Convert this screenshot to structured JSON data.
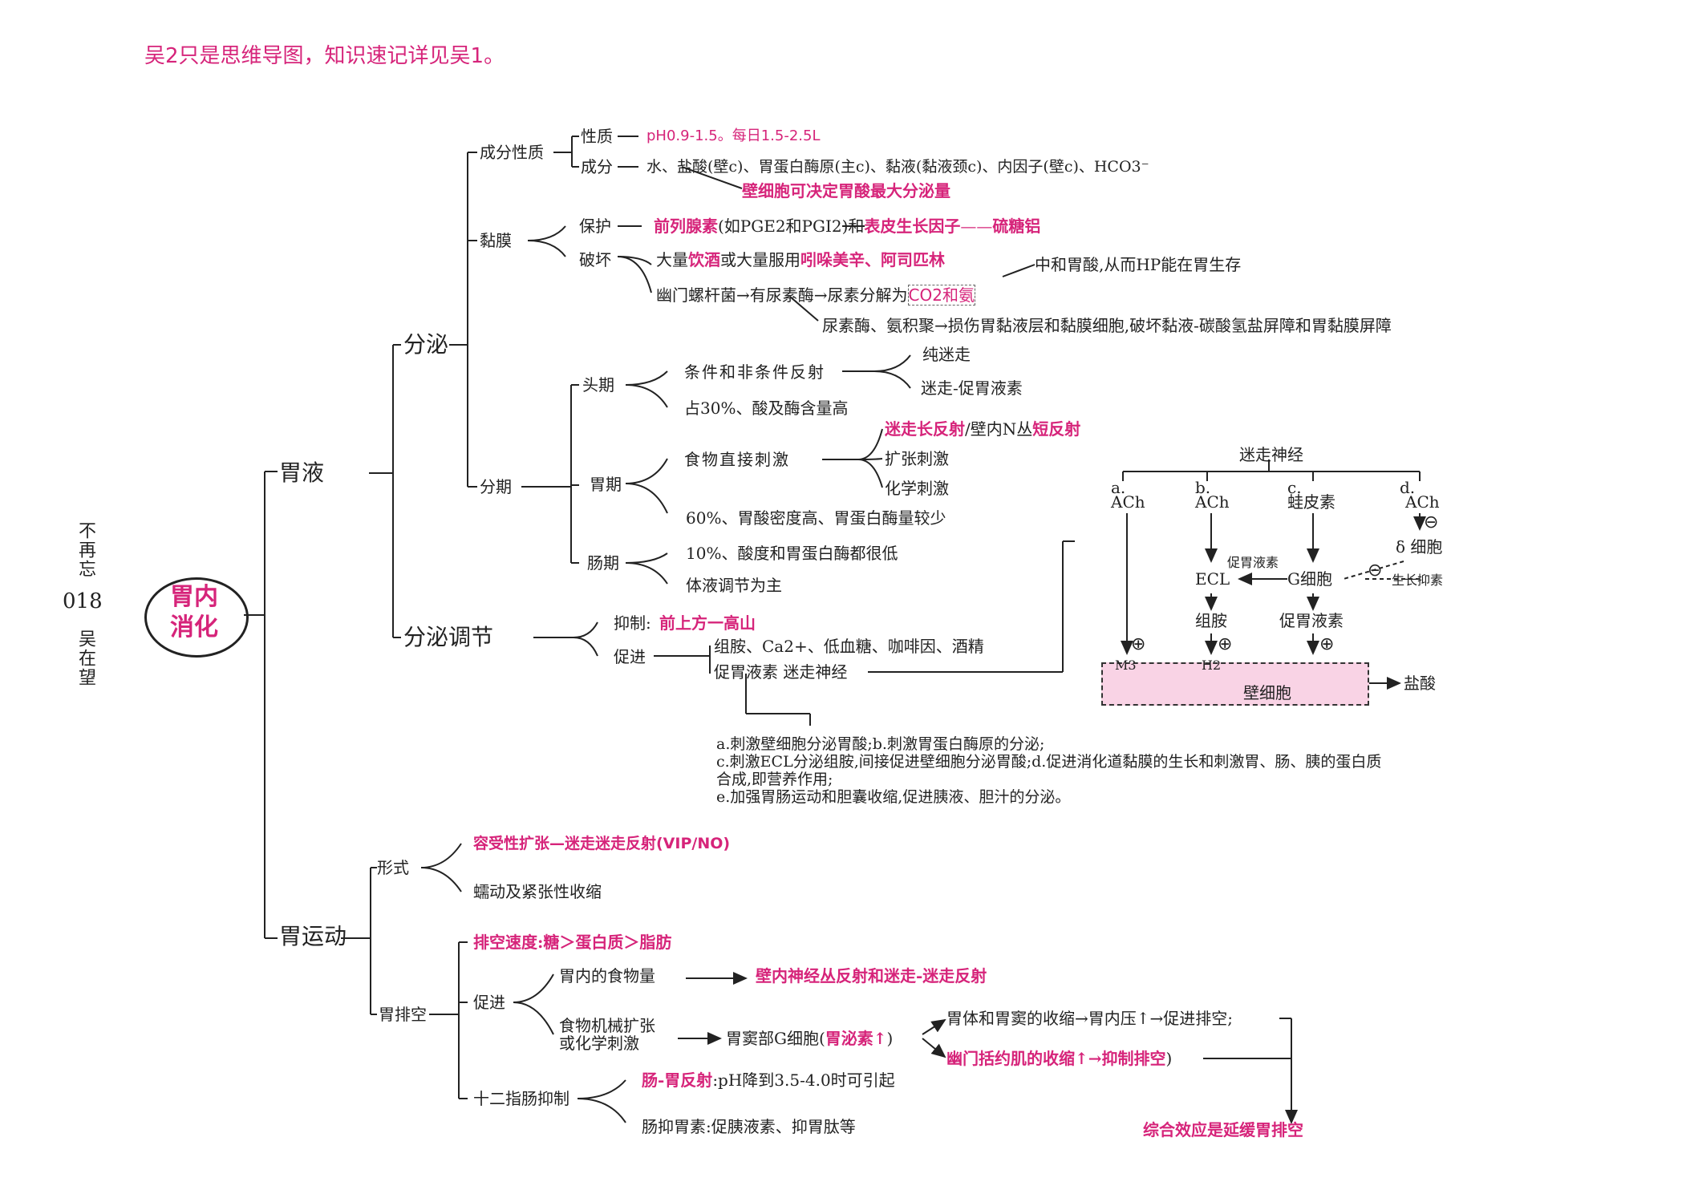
{
  "header_note": "吴2只是思维导图，知识速记详见吴1。",
  "side": {
    "page_number": "018",
    "author": "吴在望",
    "motto": "不再忘"
  },
  "root": "胃内\n消化",
  "branches": {
    "gastric_juice": "胃液",
    "gastric_motility": "胃运动",
    "secretion": "分泌",
    "secretion_regulation": "分泌调节"
  },
  "composition": {
    "label": "成分性质",
    "nature_label": "性质",
    "nature_value": "pH0.9-1.5。每日1.5-2.5L",
    "components_label": "成分",
    "components_value": "水、盐酸(壁c)、胃蛋白酶原(主c)、黏液(黏液颈c)、内因子(壁c)、HCO3⁻",
    "parietal_note": "壁细胞可决定胃酸最大分泌量"
  },
  "mucosa": {
    "label": "黏膜",
    "protect_label": "保护",
    "protect_pink1": "前列腺素",
    "protect_mid": "(如PGE2和PGI2)和",
    "protect_pink2": "表皮生长因子",
    "protect_dash": "——",
    "protect_pink3": "硫糖铝",
    "damage_label": "破坏",
    "damage_line1_a": "大量",
    "damage_line1_b": "饮酒",
    "damage_line1_c": "或大量服用",
    "damage_line1_d": "吲哚美辛、阿司匹林",
    "damage_line2_a": "幽门螺杆菌→有尿素酶→尿素分解为",
    "damage_line2_b": "CO2和氨",
    "neutralize": "中和胃酸,从而HP能在胃生存",
    "urease_result": "尿素酶、氨积聚→损伤胃黏液层和黏膜细胞,破坏黏液-碳酸氢盐屏障和胃黏膜屏障"
  },
  "phases": {
    "label": "分期",
    "cephalic": {
      "label": "头期",
      "reflex": "条件和非条件反射",
      "pure_vagal": "纯迷走",
      "vagal_gastrin": "迷走-促胃液素",
      "share": "占30%、酸及酶含量高"
    },
    "gastric": {
      "label": "胃期",
      "direct": "食物直接刺激",
      "long_reflex_a": "迷走长反射",
      "long_reflex_b": "/壁内N丛",
      "long_reflex_c": "短反射",
      "distension": "扩张刺激",
      "chemical": "化学刺激",
      "share": "60%、胃酸密度高、胃蛋白酶量较少"
    },
    "intestinal": {
      "label": "肠期",
      "share": "10%、酸度和胃蛋白酶都很低",
      "humoral": "体液调节为主"
    }
  },
  "regulation": {
    "inhibit_label": "抑制:",
    "inhibit_value": "前上方一高山",
    "promote_label": "促进",
    "promote_line1": "组胺、Ca2+、低血糖、咖啡因、酒精",
    "promote_line2": "促胃液素  迷走神经",
    "effects": [
      "a.刺激壁细胞分泌胃酸;b.刺激胃蛋白酶原的分泌;",
      "c.刺激ECL分泌组胺,间接促进壁细胞分泌胃酸;d.促进消化道黏膜的生长和刺激胃、肠、胰的蛋白质",
      "合成,即营养作用;",
      "e.加强胃肠运动和胆囊收缩,促进胰液、胆汁的分泌。"
    ]
  },
  "vagus_diagram": {
    "title": "迷走神经",
    "a_letter": "a.",
    "a_label": "ACh",
    "b_letter": "b.",
    "b_label": "ACh",
    "c_letter": "c.",
    "c_label": "蛙皮素",
    "d_letter": "d.",
    "d_label": "ACh",
    "minus": "⊖",
    "plus": "⊕",
    "delta_cell": "δ 细胞",
    "ecl": "ECL",
    "g_cell": "G细胞",
    "gastrin_small": "促胃液素",
    "somatostatin": "生长抑素",
    "histamine": "组胺",
    "gastrin": "促胃液素",
    "m3": "M3",
    "h2": "H2",
    "parietal_cell": "壁细胞",
    "hcl": "盐酸"
  },
  "motility": {
    "form_label": "形式",
    "receptive": "容受性扩张—迷走迷走反射(VIP/NO)",
    "peristalsis": "蠕动及紧张性收缩",
    "emptying_label": "胃排空",
    "speed": "排空速度:糖＞蛋白质＞脂肪",
    "promote_label": "促进",
    "food_in_stomach": "胃内的食物量",
    "reflex": "壁内神经丛反射和迷走-迷走反射",
    "mech_line1": "食物机械扩张",
    "mech_line2": "或化学刺激",
    "antral_a": "胃窦部G细胞(",
    "antral_b": "胃泌素↑",
    "antral_c": ")",
    "body_contraction": "胃体和胃窦的收缩→胃内压↑→促进排空;",
    "pylorus": "幽门括约肌的收缩↑→抑制排空",
    "pylorus_end": ")",
    "overall": "综合效应是延缓胃排空",
    "duodenum_label": "十二指肠抑制",
    "entero_gastric_a": "肠-胃反射",
    "entero_gastric_b": ":pH降到3.5-4.0时可引起",
    "enterogastrones": "肠抑胃素:促胰液素、抑胃肽等"
  }
}
